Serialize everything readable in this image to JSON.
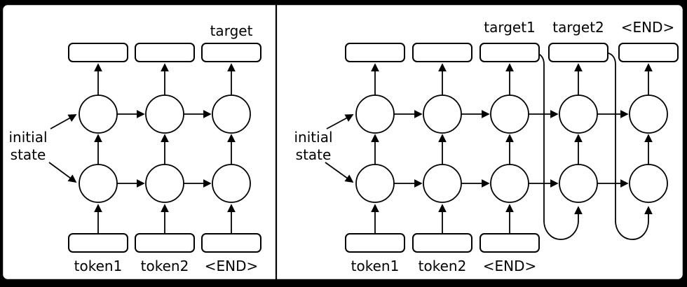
{
  "figure": {
    "background_color": "#000000",
    "panel_fill_color": "#ffffff",
    "stroke_color": "#000000",
    "text_color": "#000000"
  },
  "left_panel": {
    "initial_state_label": "initial\nstate",
    "output_label": "target",
    "input_labels": [
      "token1",
      "token2",
      "<END>"
    ],
    "columns": 3,
    "cell_rows": 2
  },
  "right_panel": {
    "initial_state_label": "initial\nstate",
    "output_labels": [
      "target1",
      "target2",
      "<END>"
    ],
    "input_labels": [
      "token1",
      "token2",
      "<END>"
    ],
    "columns": 5,
    "cell_rows": 2
  }
}
